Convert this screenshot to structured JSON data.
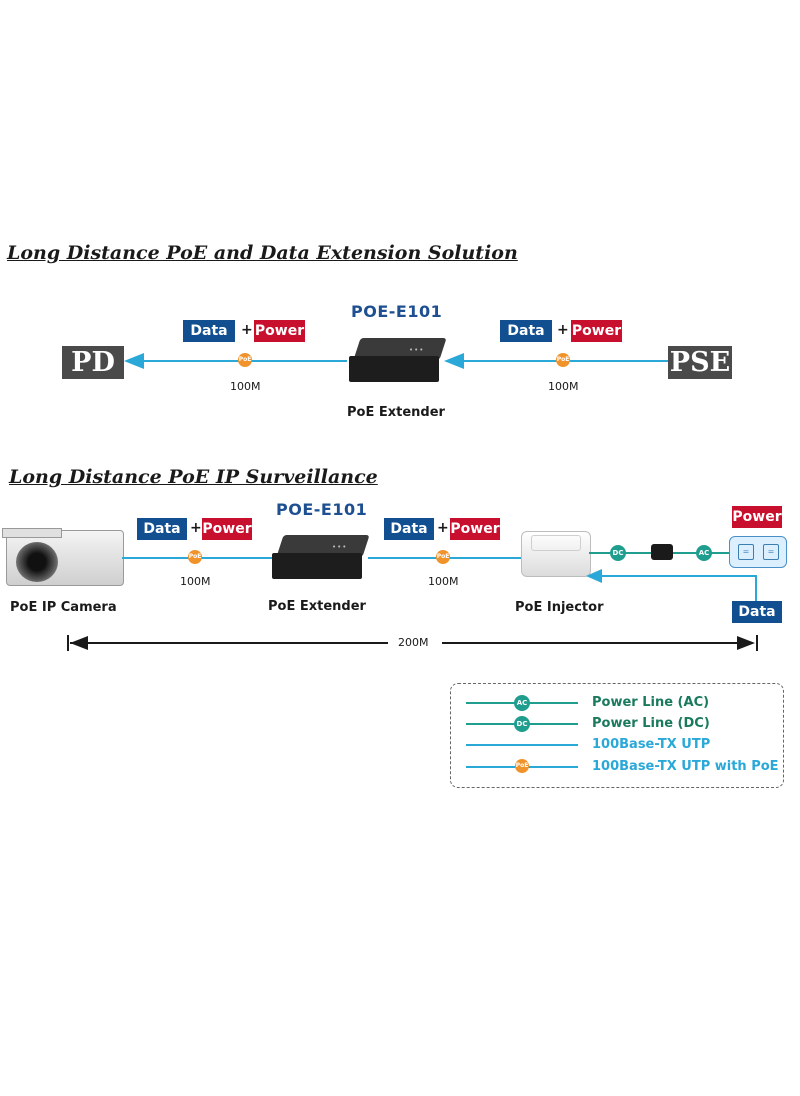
{
  "section1": {
    "title": "Long Distance PoE and Data Extension Solution",
    "model": "POE-E101",
    "left_endpoint": "PD",
    "right_endpoint": "PSE",
    "device_caption": "PoE Extender",
    "left_link": {
      "data": "Data",
      "plus": "+",
      "power": "Power",
      "badge": "PoE",
      "speed": "100M"
    },
    "right_link": {
      "data": "Data",
      "plus": "+",
      "power": "Power",
      "badge": "PoE",
      "speed": "100M"
    }
  },
  "section2": {
    "title": "Long Distance PoE IP Surveillance",
    "model": "POE-E101",
    "camera_caption": "PoE IP Camera",
    "extender_caption": "PoE Extender",
    "injector_caption": "PoE Injector",
    "left_link": {
      "data": "Data",
      "plus": "+",
      "power": "Power",
      "badge": "PoE",
      "speed": "100M"
    },
    "right_link": {
      "data": "Data",
      "plus": "+",
      "power": "Power",
      "badge": "PoE",
      "speed": "100M"
    },
    "dc_badge": "DC",
    "ac_badge": "AC",
    "power_tag": "Power",
    "data_tag": "Data",
    "total_distance": "200M"
  },
  "legend": {
    "items": [
      {
        "label": "Power Line (AC)",
        "badge": "AC",
        "color": "#1f9e8f"
      },
      {
        "label": "Power Line (DC)",
        "badge": "DC",
        "color": "#1f9e8f"
      },
      {
        "label": "100Base-TX UTP",
        "badge": "",
        "color": "#2aa8d8"
      },
      {
        "label": "100Base-TX UTP with PoE",
        "badge": "PoE",
        "color": "#2aa8d8"
      }
    ]
  },
  "colors": {
    "data": "#114f91",
    "power": "#c8102e",
    "utp": "#2aa8d8",
    "powerline": "#1f9e8f",
    "poe_badge": "#f0932b"
  }
}
